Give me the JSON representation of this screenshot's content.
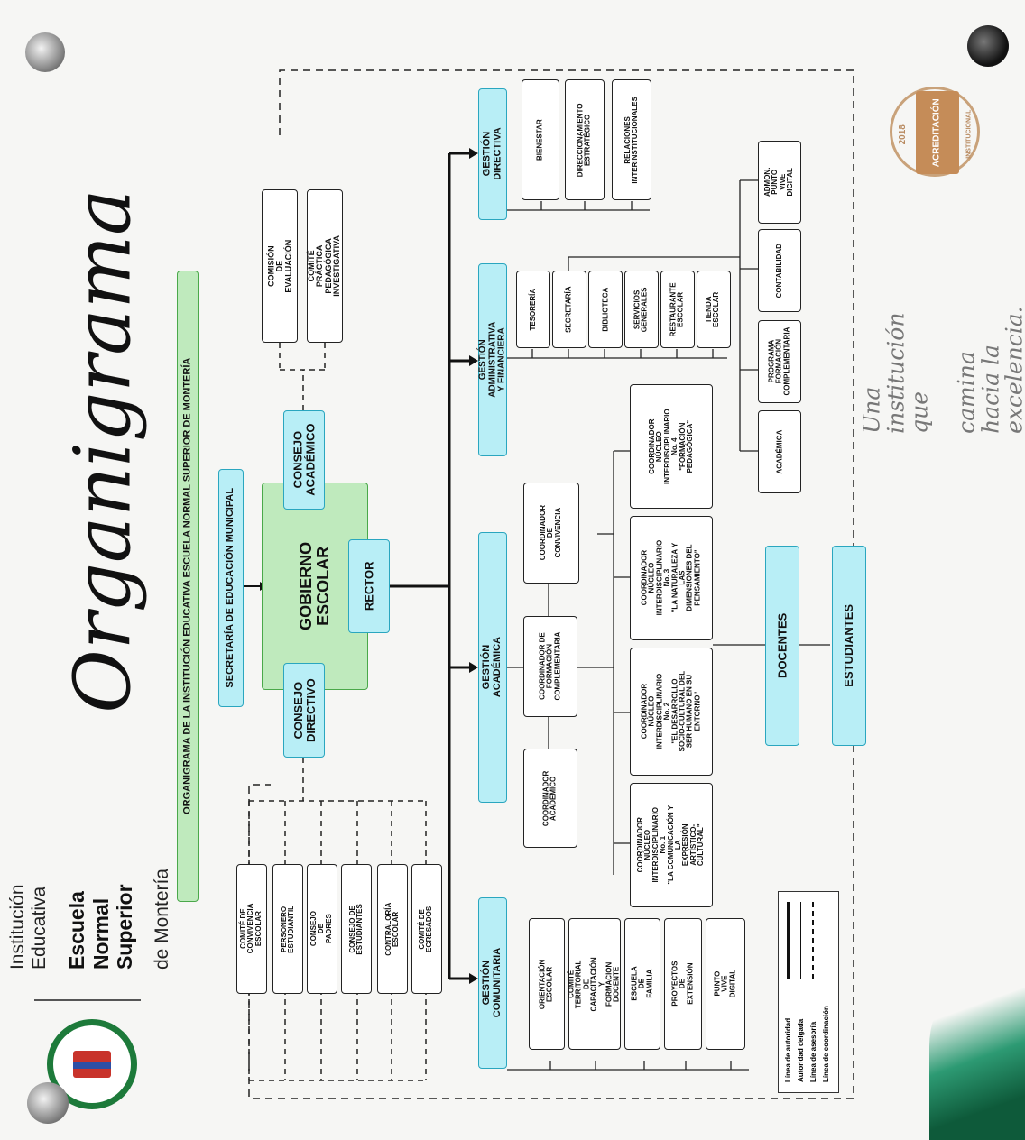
{
  "header": {
    "school_line1": "Institución Educativa",
    "school_line2": "Escuela Normal Superior",
    "school_line3": "de Montería",
    "title": "Organigrama",
    "subtitle": "ORGANIGRAMA DE LA INSTITUCIÓN EDUCATIVA ESCUELA NORMAL SUPERIOR DE MONTERÍA",
    "slogan_line1": "Una institución que",
    "slogan_line2": "camina hacia la excelencia."
  },
  "seal": {
    "text": "ACREDITACIÓN",
    "year": "2018",
    "ring": "INSTITUCIONAL"
  },
  "center": {
    "secretaria": "SECRETARÍA DE EDUCACIÓN MUNICIPAL",
    "gobierno": "GOBIERNO\nESCOLAR",
    "consejo_academico": "CONSEJO\nACADÉMICO",
    "consejo_directivo": "CONSEJO\nDIRECTIVO",
    "rector": "RECTOR",
    "comision": "COMISIÓN DE\nEVALUACIÓN",
    "comite_practica": "COMITÉ PRÁCTICA\nPEDAGÓGICA INVESTIGATIVA"
  },
  "committees": [
    "COMITÉ DE\nCONVIVENCIA ESCOLAR",
    "PERSONERO\nESTUDIANTIL",
    "CONSEJO DE PADRES",
    "CONSEJO DE\nESTUDIANTES",
    "CONTRALORÍA ESCOLAR",
    "COMITÉ DE EGRESADOS"
  ],
  "gestion": {
    "directiva": "GESTIÓN DIRECTIVA",
    "administrativa": "GESTIÓN ADMINISTRATIVA\nY FINANCIERA",
    "academica": "GESTIÓN ACADÉMICA",
    "comunitaria": "GESTIÓN COMUNITARIA"
  },
  "directiva_items": [
    "BIENESTAR",
    "DIRECCIONAMIENTO\nESTRATÉGICO",
    "RELACIONES\nINTERINSTITUCIONALES"
  ],
  "admin_items": [
    "TESORERÍA",
    "SECRETARÍA",
    "BIBLIOTECA",
    "SERVICIOS\nGENERALES",
    "RESTAURANTE\nESCOLAR",
    "TIENDA\nESCOLAR"
  ],
  "secretaria_items": [
    "ACADÉMICA",
    "PROGRAMA\nFORMACIÓN\nCOMPLEMENTARIA",
    "CONTABILIDAD",
    "ADMON.\nPUNTO VIVE\nDIGITAL"
  ],
  "academica_coords": [
    "COORDINADOR\nACADÉMICO",
    "COORDINADOR DE\nFORMACIÓN\nCOMPLEMENTARIA",
    "COORDINADOR\nDE CONVIVENCIA"
  ],
  "nucleos": [
    "COORDINADOR NÚCLEO\nINTERDISCIPLINARIO No. 1\n\"LA COMUNICACIÓN Y LA\nEXPRESIÓN ARTÍSTICO-\nCULTURAL\"",
    "COORDINADOR NÚCLEO\nINTERDISCIPLINARIO No. 2\n\"EL DESARROLLO\nSOCIO-CULTURAL DEL\nSER HUMANO EN SU\nENTORNO\"",
    "COORDINADOR NÚCLEO\nINTERDISCIPLINARIO No. 3\n\"LA NATURALEZA Y LAS\nDIMENSIONES DEL\nPENSAMIENTO\"",
    "COORDINADOR NÚCLEO\nINTERDISCIPLINARIO No. 4\n\"FORMACIÓN PEDAGÓGICA\""
  ],
  "comunitaria_items": [
    "ORIENTACIÓN\nESCOLAR",
    "COMITÉ TERRITORIAL\nDE CAPACITACIÓN Y\nFORMACIÓN DOCENTE",
    "ESCUELA DE FAMILIA",
    "PROYECTOS\nDE EXTENSIÓN",
    "PUNTO\nVIVE DIGITAL"
  ],
  "docentes": "DOCENTES",
  "estudiantes": "ESTUDIANTES",
  "legend": [
    "Línea de autoridad",
    "Autoridad delgada",
    "Línea de asesoría",
    "Línea de coordinación"
  ]
}
